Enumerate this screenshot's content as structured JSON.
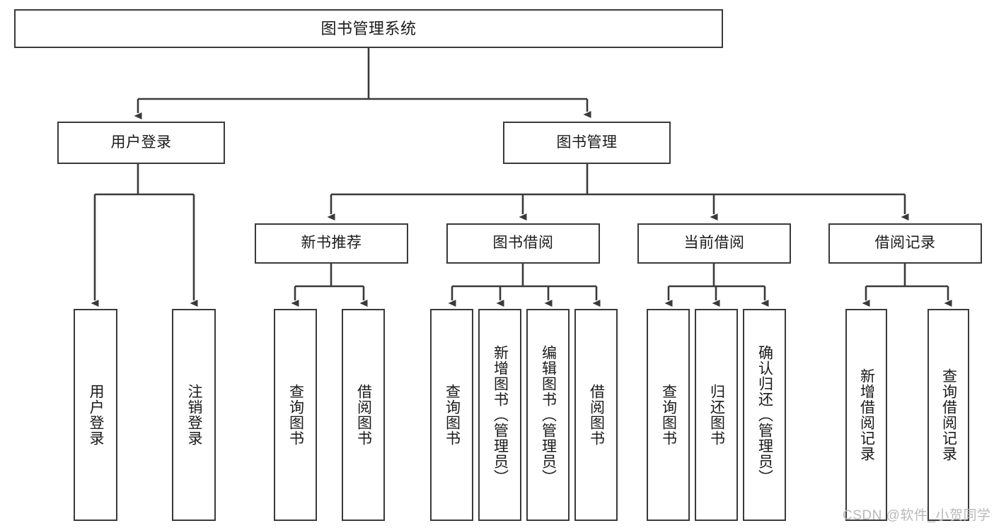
{
  "diagram": {
    "type": "tree-hierarchy-chart",
    "title": "图书管理系统",
    "line_color": "#3a3a3a",
    "box_fill": "#ffffff",
    "text_color": "#1a1a1a",
    "nodes": {
      "root": {
        "label": "图书管理系统"
      },
      "level2": [
        {
          "id": "user-login",
          "label": "用户登录"
        },
        {
          "id": "book-management",
          "label": "图书管理"
        }
      ],
      "level3": [
        {
          "id": "new-book-recommend",
          "label": "新书推荐"
        },
        {
          "id": "book-borrow",
          "label": "图书借阅"
        },
        {
          "id": "current-borrow",
          "label": "当前借阅"
        },
        {
          "id": "borrow-record",
          "label": "借阅记录"
        }
      ],
      "leaves": {
        "user_login": [
          {
            "id": "leaf-user-login",
            "label": "用户登录"
          },
          {
            "id": "leaf-logout-login",
            "label": "注销登录"
          }
        ],
        "new_book_recommend": [
          {
            "id": "leaf-query-book-1",
            "label": "查询图书"
          },
          {
            "id": "leaf-borrow-book-1",
            "label": "借阅图书"
          }
        ],
        "book_borrow": [
          {
            "id": "leaf-query-book-2",
            "label": "查询图书"
          },
          {
            "id": "leaf-add-book",
            "label": "新增图书（管理员）"
          },
          {
            "id": "leaf-edit-book",
            "label": "编辑图书（管理员）"
          },
          {
            "id": "leaf-borrow-book-2",
            "label": "借阅图书"
          }
        ],
        "current_borrow": [
          {
            "id": "leaf-query-book-3",
            "label": "查询图书"
          },
          {
            "id": "leaf-return-book",
            "label": "归还图书"
          },
          {
            "id": "leaf-confirm-return",
            "label": "确认归还（管理员）"
          }
        ],
        "borrow_record": [
          {
            "id": "leaf-add-borrow-record",
            "label": "新增借阅记录"
          },
          {
            "id": "leaf-query-borrow-record",
            "label": "查询借阅记录"
          }
        ]
      }
    },
    "watermark": "CSDN @软件_小贺同学"
  }
}
